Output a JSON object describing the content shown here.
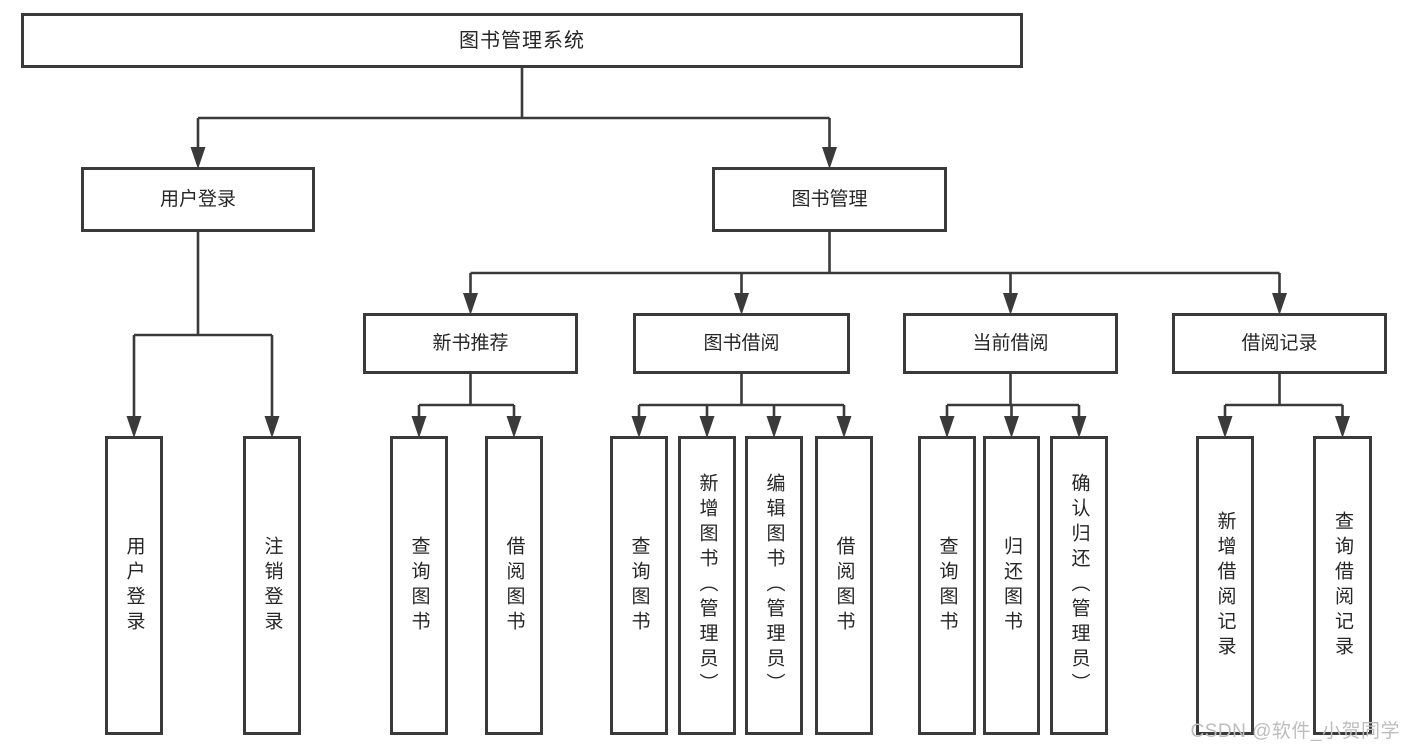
{
  "diagram": {
    "title": "图书管理系统",
    "watermark": "CSDN @软件_小贺同学",
    "colors": {
      "line": "#3a3a3a",
      "text": "#262626",
      "background": "#ffffff",
      "watermark": "#bdbdbd"
    },
    "nodes": [
      {
        "id": "root",
        "label": "图书管理系统",
        "parent": null,
        "level": 1
      },
      {
        "id": "user-login",
        "label": "用户登录",
        "parent": "root",
        "level": 2
      },
      {
        "id": "book-mgmt",
        "label": "图书管理",
        "parent": "root",
        "level": 2
      },
      {
        "id": "new-book-rec",
        "label": "新书推荐",
        "parent": "book-mgmt",
        "level": 3
      },
      {
        "id": "book-borrow",
        "label": "图书借阅",
        "parent": "book-mgmt",
        "level": 3
      },
      {
        "id": "current-borrow",
        "label": "当前借阅",
        "parent": "book-mgmt",
        "level": 3
      },
      {
        "id": "borrow-records",
        "label": "借阅记录",
        "parent": "book-mgmt",
        "level": 3
      },
      {
        "id": "leaf-user-login",
        "label": "用户登录",
        "parent": "user-login",
        "level": 4
      },
      {
        "id": "leaf-logout",
        "label": "注销登录",
        "parent": "user-login",
        "level": 4
      },
      {
        "id": "leaf-query-book-1",
        "label": "查询图书",
        "parent": "new-book-rec",
        "level": 4
      },
      {
        "id": "leaf-borrow-book-1",
        "label": "借阅图书",
        "parent": "new-book-rec",
        "level": 4
      },
      {
        "id": "leaf-query-book-2",
        "label": "查询图书",
        "parent": "book-borrow",
        "level": 4
      },
      {
        "id": "leaf-add-book",
        "label": "新增图书（管理员）",
        "parent": "book-borrow",
        "level": 4
      },
      {
        "id": "leaf-edit-book",
        "label": "编辑图书（管理员）",
        "parent": "book-borrow",
        "level": 4
      },
      {
        "id": "leaf-borrow-book-2",
        "label": "借阅图书",
        "parent": "book-borrow",
        "level": 4
      },
      {
        "id": "leaf-query-book-3",
        "label": "查询图书",
        "parent": "current-borrow",
        "level": 4
      },
      {
        "id": "leaf-return-book",
        "label": "归还图书",
        "parent": "current-borrow",
        "level": 4
      },
      {
        "id": "leaf-confirm-return",
        "label": "确认归还（管理员）",
        "parent": "current-borrow",
        "level": 4
      },
      {
        "id": "leaf-add-borrow-record",
        "label": "新增借阅记录",
        "parent": "borrow-records",
        "level": 4
      },
      {
        "id": "leaf-query-borrow-record",
        "label": "查询借阅记录",
        "parent": "borrow-records",
        "level": 4
      }
    ]
  }
}
